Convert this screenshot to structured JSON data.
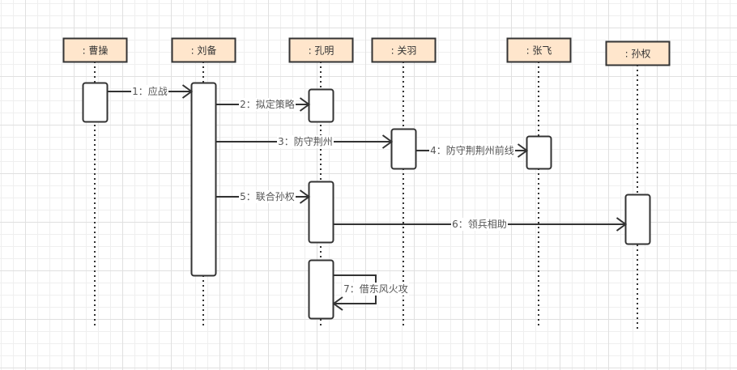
{
  "diagram": {
    "type": "UML sequence diagram",
    "colors": {
      "participant_fill": "#ffe6cc",
      "participant_stroke": "#333333",
      "line": "#333333",
      "activation_fill": "#ffffff",
      "label_text": "#555555",
      "label_bg": "#ffffff"
    },
    "participants": [
      {
        "id": "caocao",
        "label": ": 曹操"
      },
      {
        "id": "liubei",
        "label": ": 刘备"
      },
      {
        "id": "kongming",
        "label": ": 孔明"
      },
      {
        "id": "guanyu",
        "label": ": 关羽"
      },
      {
        "id": "zhangfei",
        "label": ": 张飞"
      },
      {
        "id": "sunquan",
        "label": ": 孙权"
      }
    ],
    "activations": [
      {
        "participant": "caocao",
        "order": 1
      },
      {
        "participant": "liubei",
        "order": 1
      },
      {
        "participant": "kongming",
        "order": 1
      },
      {
        "participant": "guanyu",
        "order": 1
      },
      {
        "participant": "zhangfei",
        "order": 1
      },
      {
        "participant": "kongming",
        "order": 2
      },
      {
        "participant": "sunquan",
        "order": 1
      },
      {
        "participant": "kongming",
        "order": 3
      }
    ],
    "messages": [
      {
        "seq": 1,
        "from": "caocao",
        "to": "liubei",
        "label": "1：应战"
      },
      {
        "seq": 2,
        "from": "liubei",
        "to": "kongming",
        "label": "2：拟定策略"
      },
      {
        "seq": 3,
        "from": "liubei",
        "to": "guanyu",
        "label": "3：防守荆州"
      },
      {
        "seq": 4,
        "from": "guanyu",
        "to": "zhangfei",
        "label": "4：防守荆荆州前线"
      },
      {
        "seq": 5,
        "from": "liubei",
        "to": "kongming",
        "label": "5：联合孙权"
      },
      {
        "seq": 6,
        "from": "kongming",
        "to": "sunquan",
        "label": "6：领兵相助"
      },
      {
        "seq": 7,
        "from": "kongming",
        "to": "kongming",
        "label": "7：借东风火攻",
        "self": true
      }
    ]
  }
}
